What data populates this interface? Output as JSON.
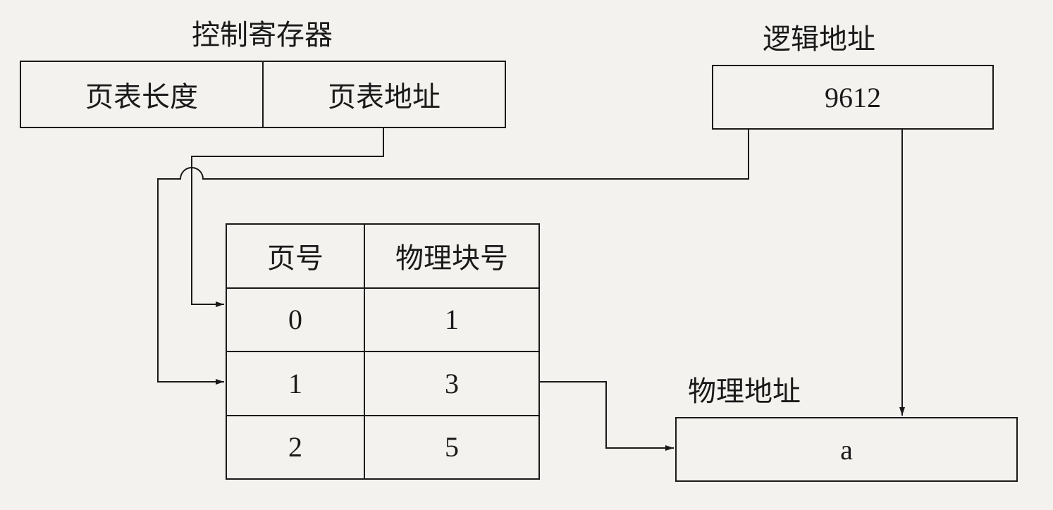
{
  "control_register": {
    "title": "控制寄存器",
    "fields": [
      "页表长度",
      "页表地址"
    ]
  },
  "logical_address": {
    "title": "逻辑地址",
    "value": "9612"
  },
  "page_table": {
    "headers": [
      "页号",
      "物理块号"
    ],
    "rows": [
      {
        "page": "0",
        "block": "1"
      },
      {
        "page": "1",
        "block": "3"
      },
      {
        "page": "2",
        "block": "5"
      }
    ]
  },
  "physical_address": {
    "title": "物理地址",
    "value": "a"
  }
}
